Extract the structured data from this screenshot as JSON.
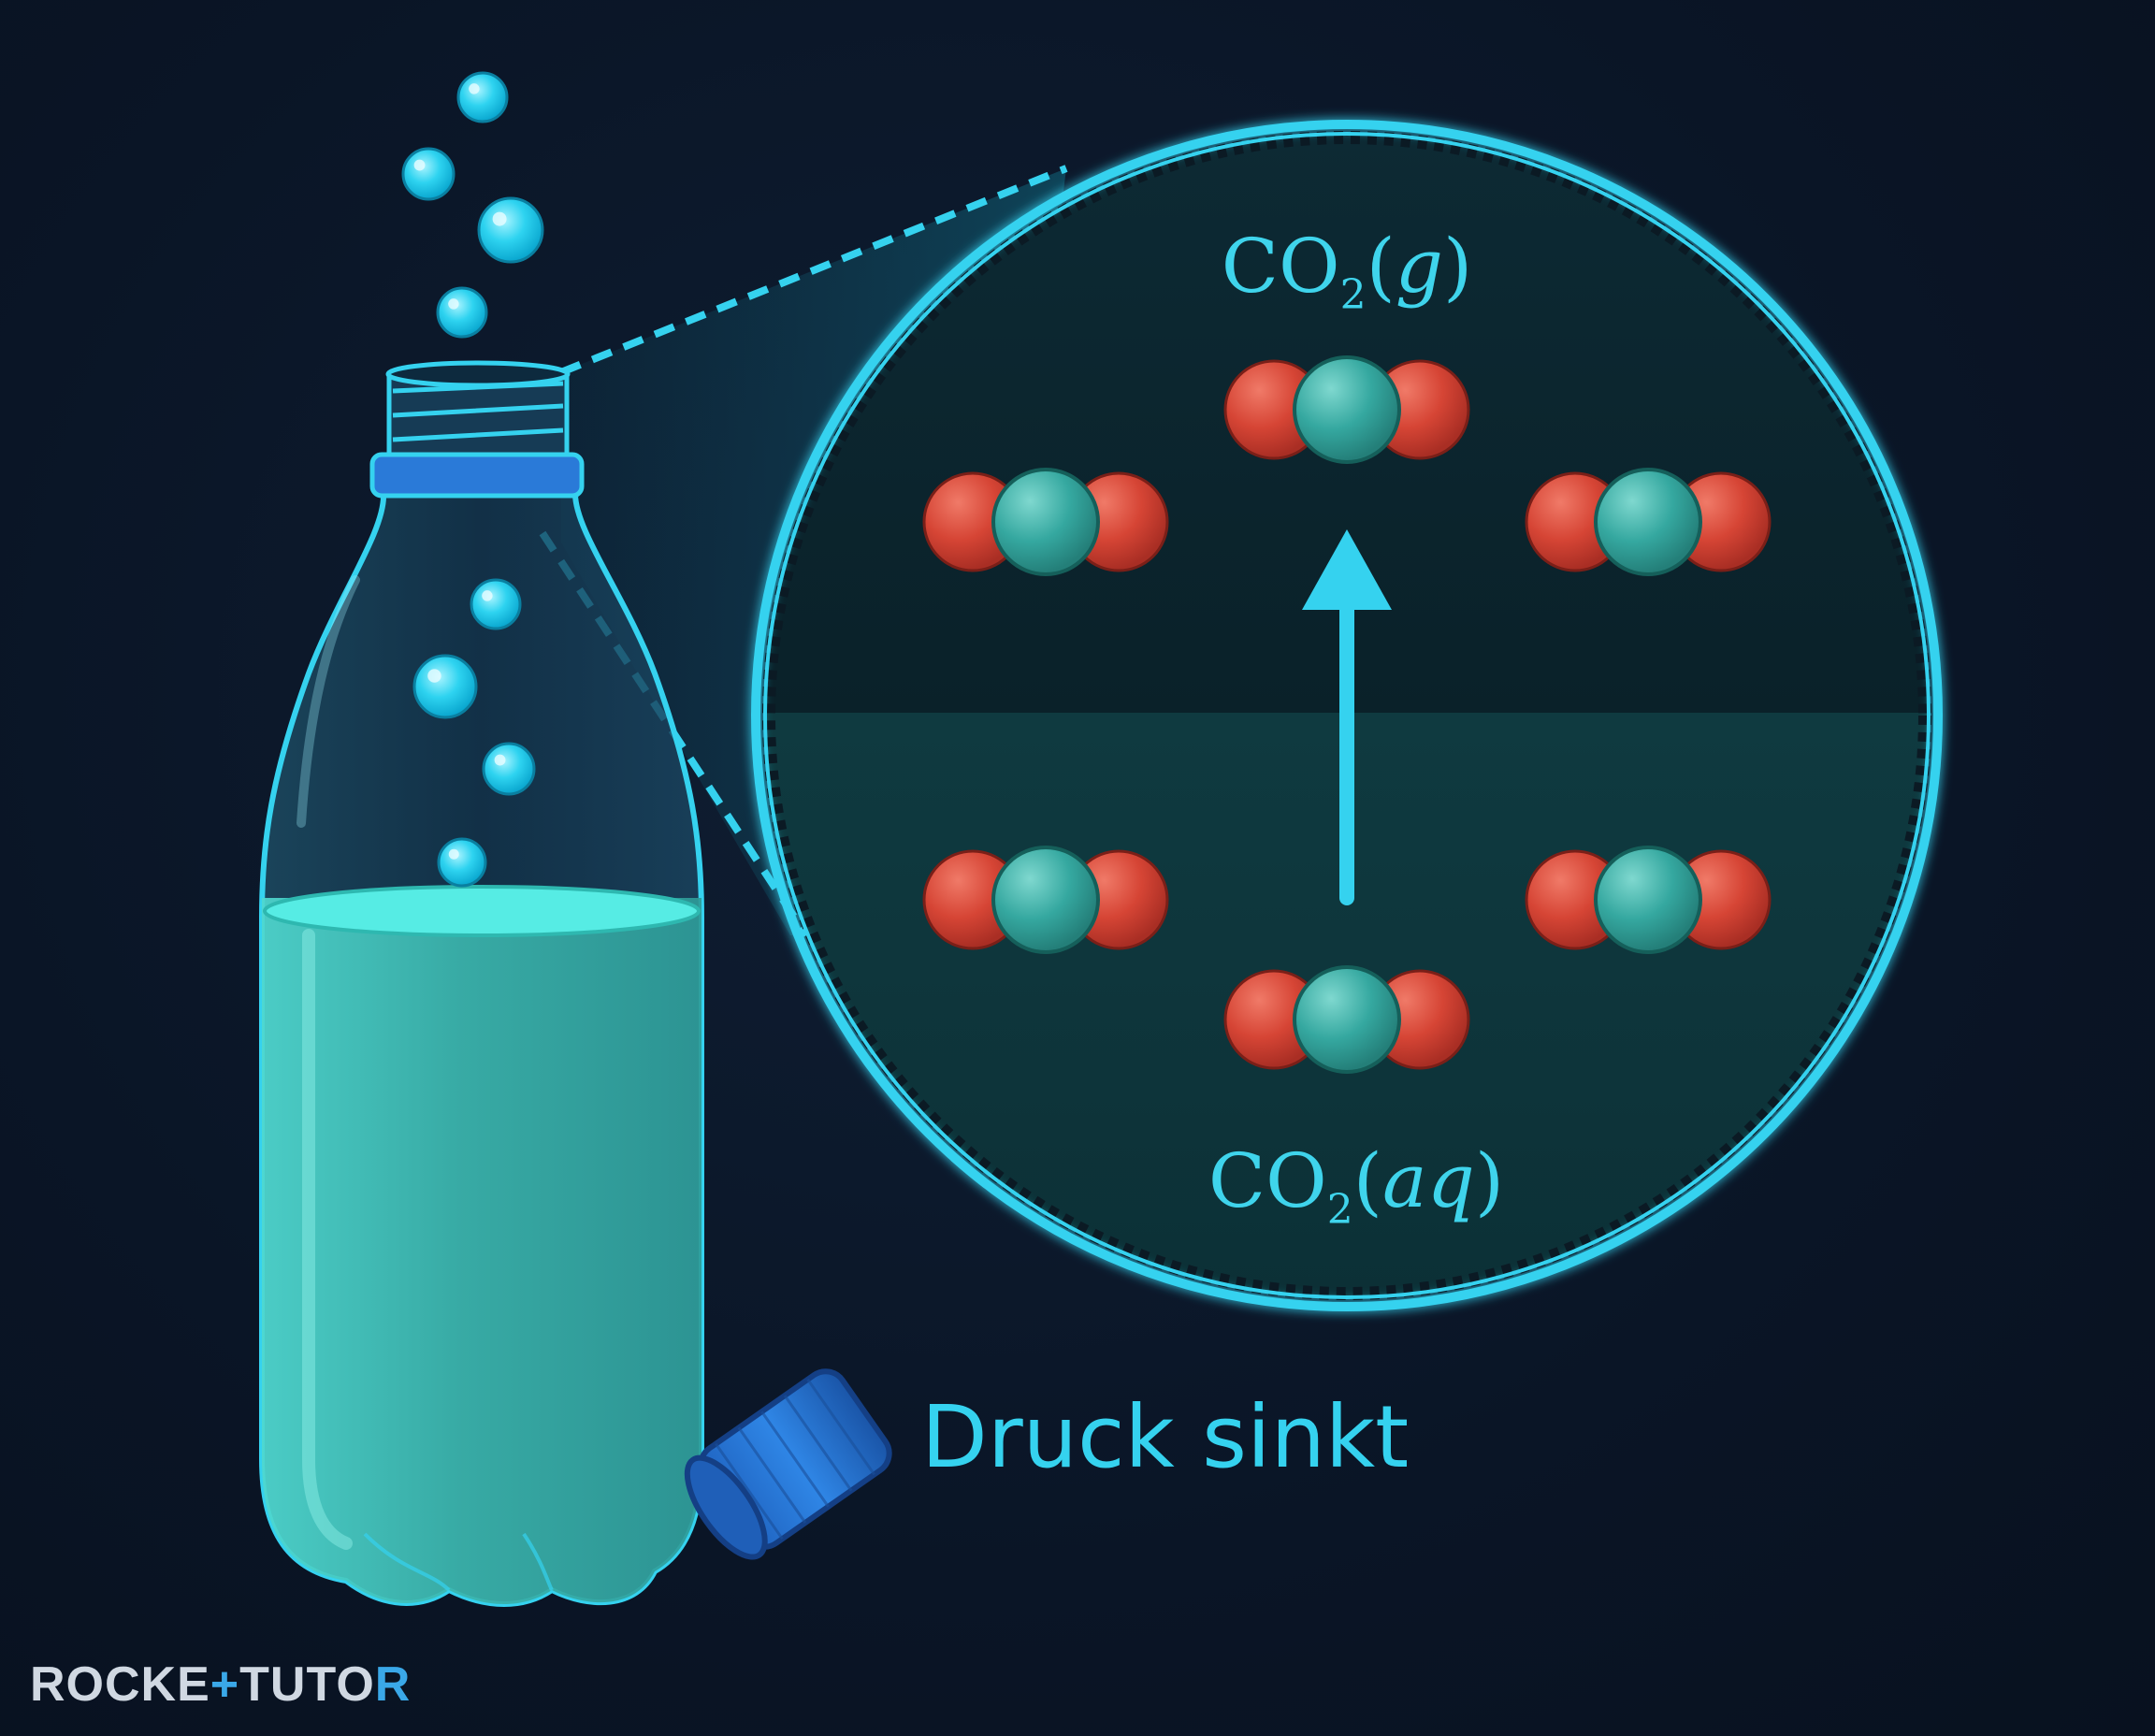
{
  "labels": {
    "gas_formula_main": "CO",
    "gas_formula_sub": "2",
    "gas_formula_state_open": "(",
    "gas_formula_state": "g",
    "gas_formula_state_close": ")",
    "aq_formula_main": "CO",
    "aq_formula_sub": "2",
    "aq_formula_state_open": "(",
    "aq_formula_state": "aq",
    "aq_formula_state_close": ")",
    "cap_caption": "Druck sinkt"
  },
  "branding": {
    "logo_part1": "ROCKE",
    "logo_cross": "+",
    "logo_part2": "TUTO",
    "logo_last": "R"
  },
  "colors": {
    "background": "#0b1628",
    "accent_cyan": "#35d2ef",
    "liquid": "#3fbfb4",
    "oxygen": "#d8473a",
    "carbon": "#35a8a0",
    "cap_blue": "#2a7ad8"
  }
}
